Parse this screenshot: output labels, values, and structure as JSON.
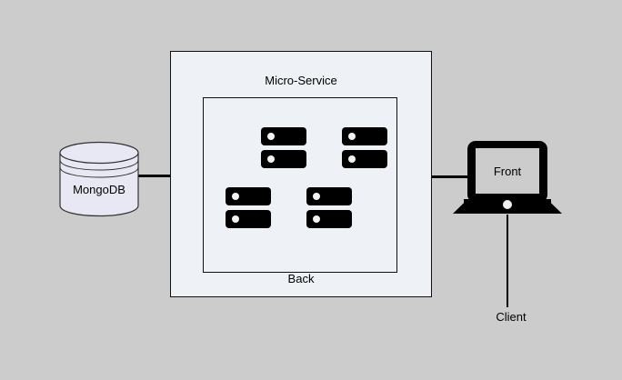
{
  "diagram": {
    "background_color": "#cccccc",
    "database": {
      "name": "database-cylinder",
      "label": "MongoDB",
      "fill_color": "#e8e8f4",
      "stroke_color": "#333333"
    },
    "micro_service": {
      "title": "Micro-Service",
      "footer_title": "Back",
      "fill_color": "#eef1f5",
      "stroke_color": "#111111",
      "servers": [
        {
          "name": "server-icon-top-left",
          "led_color": "#f2f2f2",
          "body_color": "#000000"
        },
        {
          "name": "server-icon-top-right",
          "led_color": "#f2f2f2",
          "body_color": "#000000"
        },
        {
          "name": "server-icon-bottom-left",
          "led_color": "#f2f2f2",
          "body_color": "#000000"
        },
        {
          "name": "server-icon-bottom-right",
          "led_color": "#f2f2f2",
          "body_color": "#000000"
        }
      ]
    },
    "frontend": {
      "label": "Front",
      "bezel_color": "#000000",
      "screen_color": "#cccccc"
    },
    "client": {
      "label": "Client"
    },
    "connectors": [
      {
        "name": "connector-db-to-microservice",
        "from": "MongoDB",
        "to": "Micro-Service"
      },
      {
        "name": "connector-microservice-to-front",
        "from": "Micro-Service",
        "to": "Front"
      },
      {
        "name": "connector-front-to-client",
        "from": "Front",
        "to": "Client"
      }
    ]
  }
}
